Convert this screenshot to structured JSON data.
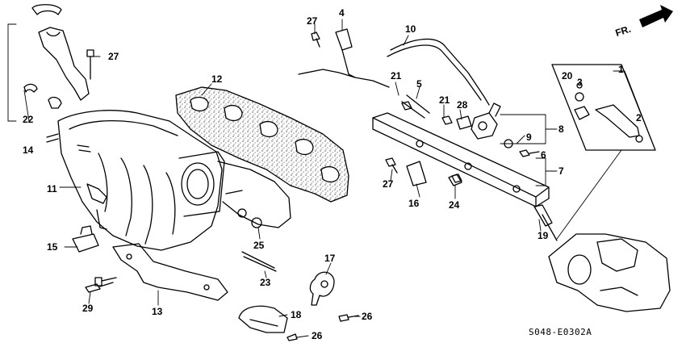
{
  "diagram": {
    "figure_code": "S048-E0302A",
    "direction_label": "FR.",
    "callouts": [
      {
        "id": "1",
        "text": "1"
      },
      {
        "id": "2",
        "text": "2"
      },
      {
        "id": "3",
        "text": "3"
      },
      {
        "id": "4",
        "text": "4"
      },
      {
        "id": "5",
        "text": "5"
      },
      {
        "id": "6",
        "text": "6"
      },
      {
        "id": "7",
        "text": "7"
      },
      {
        "id": "8",
        "text": "8"
      },
      {
        "id": "9",
        "text": "9"
      },
      {
        "id": "10",
        "text": "10"
      },
      {
        "id": "11",
        "text": "11"
      },
      {
        "id": "12",
        "text": "12"
      },
      {
        "id": "13",
        "text": "13"
      },
      {
        "id": "14",
        "text": "14"
      },
      {
        "id": "15",
        "text": "15"
      },
      {
        "id": "16",
        "text": "16"
      },
      {
        "id": "17",
        "text": "17"
      },
      {
        "id": "18",
        "text": "18"
      },
      {
        "id": "19",
        "text": "19"
      },
      {
        "id": "20",
        "text": "20"
      },
      {
        "id": "21a",
        "text": "21"
      },
      {
        "id": "21b",
        "text": "21"
      },
      {
        "id": "22",
        "text": "22"
      },
      {
        "id": "23",
        "text": "23"
      },
      {
        "id": "24",
        "text": "24"
      },
      {
        "id": "25",
        "text": "25"
      },
      {
        "id": "26a",
        "text": "26"
      },
      {
        "id": "26b",
        "text": "26"
      },
      {
        "id": "27a",
        "text": "27"
      },
      {
        "id": "27b",
        "text": "27"
      },
      {
        "id": "27c",
        "text": "27"
      },
      {
        "id": "28",
        "text": "28"
      },
      {
        "id": "29",
        "text": "29"
      }
    ]
  }
}
